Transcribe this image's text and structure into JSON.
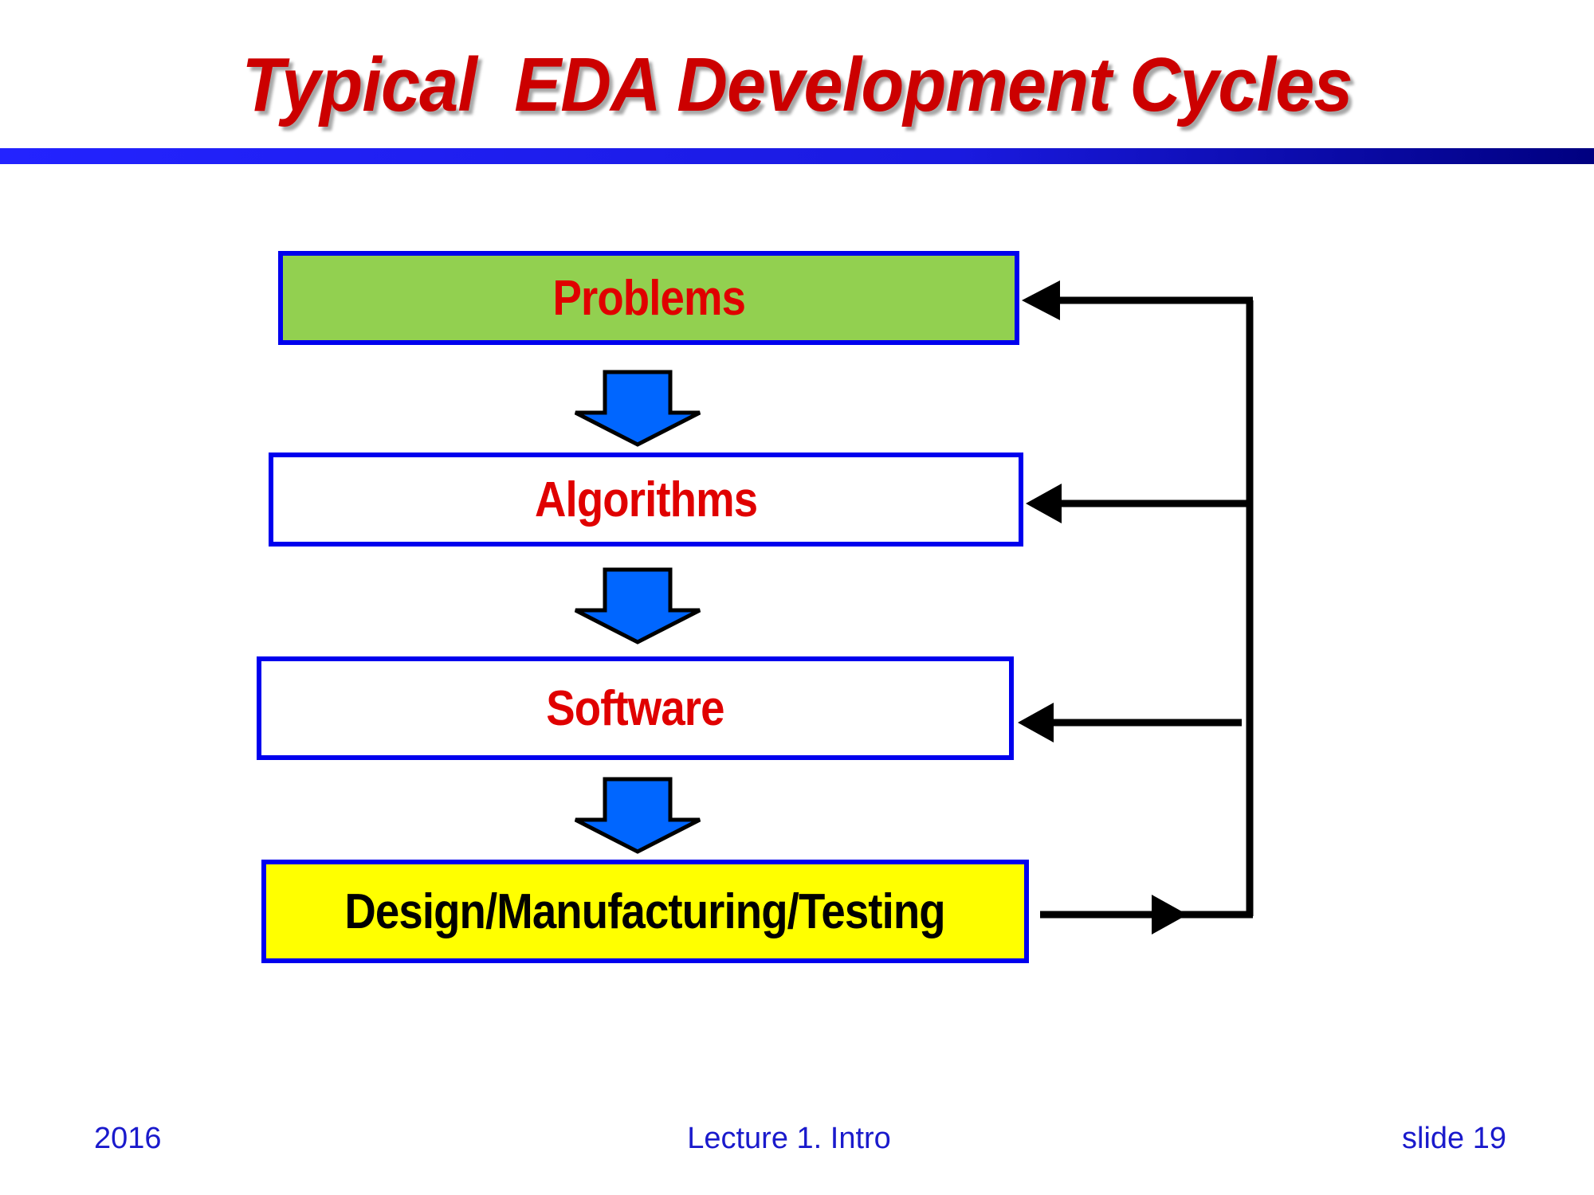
{
  "title": "Typical  EDA Development Cycles",
  "nodes": {
    "problems": "Problems",
    "algorithms": "Algorithms",
    "software": "Software",
    "design": "Design/Manufacturing/Testing"
  },
  "footer": {
    "year": "2016",
    "lecture": "Lecture 1. Intro",
    "slide": "slide 19"
  },
  "colors": {
    "title": "#cc0000",
    "box_border": "#0000ee",
    "problems_fill": "#92d050",
    "design_fill": "#ffff00",
    "node_text_red": "#e00000",
    "down_arrow_fill": "#0066ff",
    "footer_text": "#1a1acc"
  }
}
